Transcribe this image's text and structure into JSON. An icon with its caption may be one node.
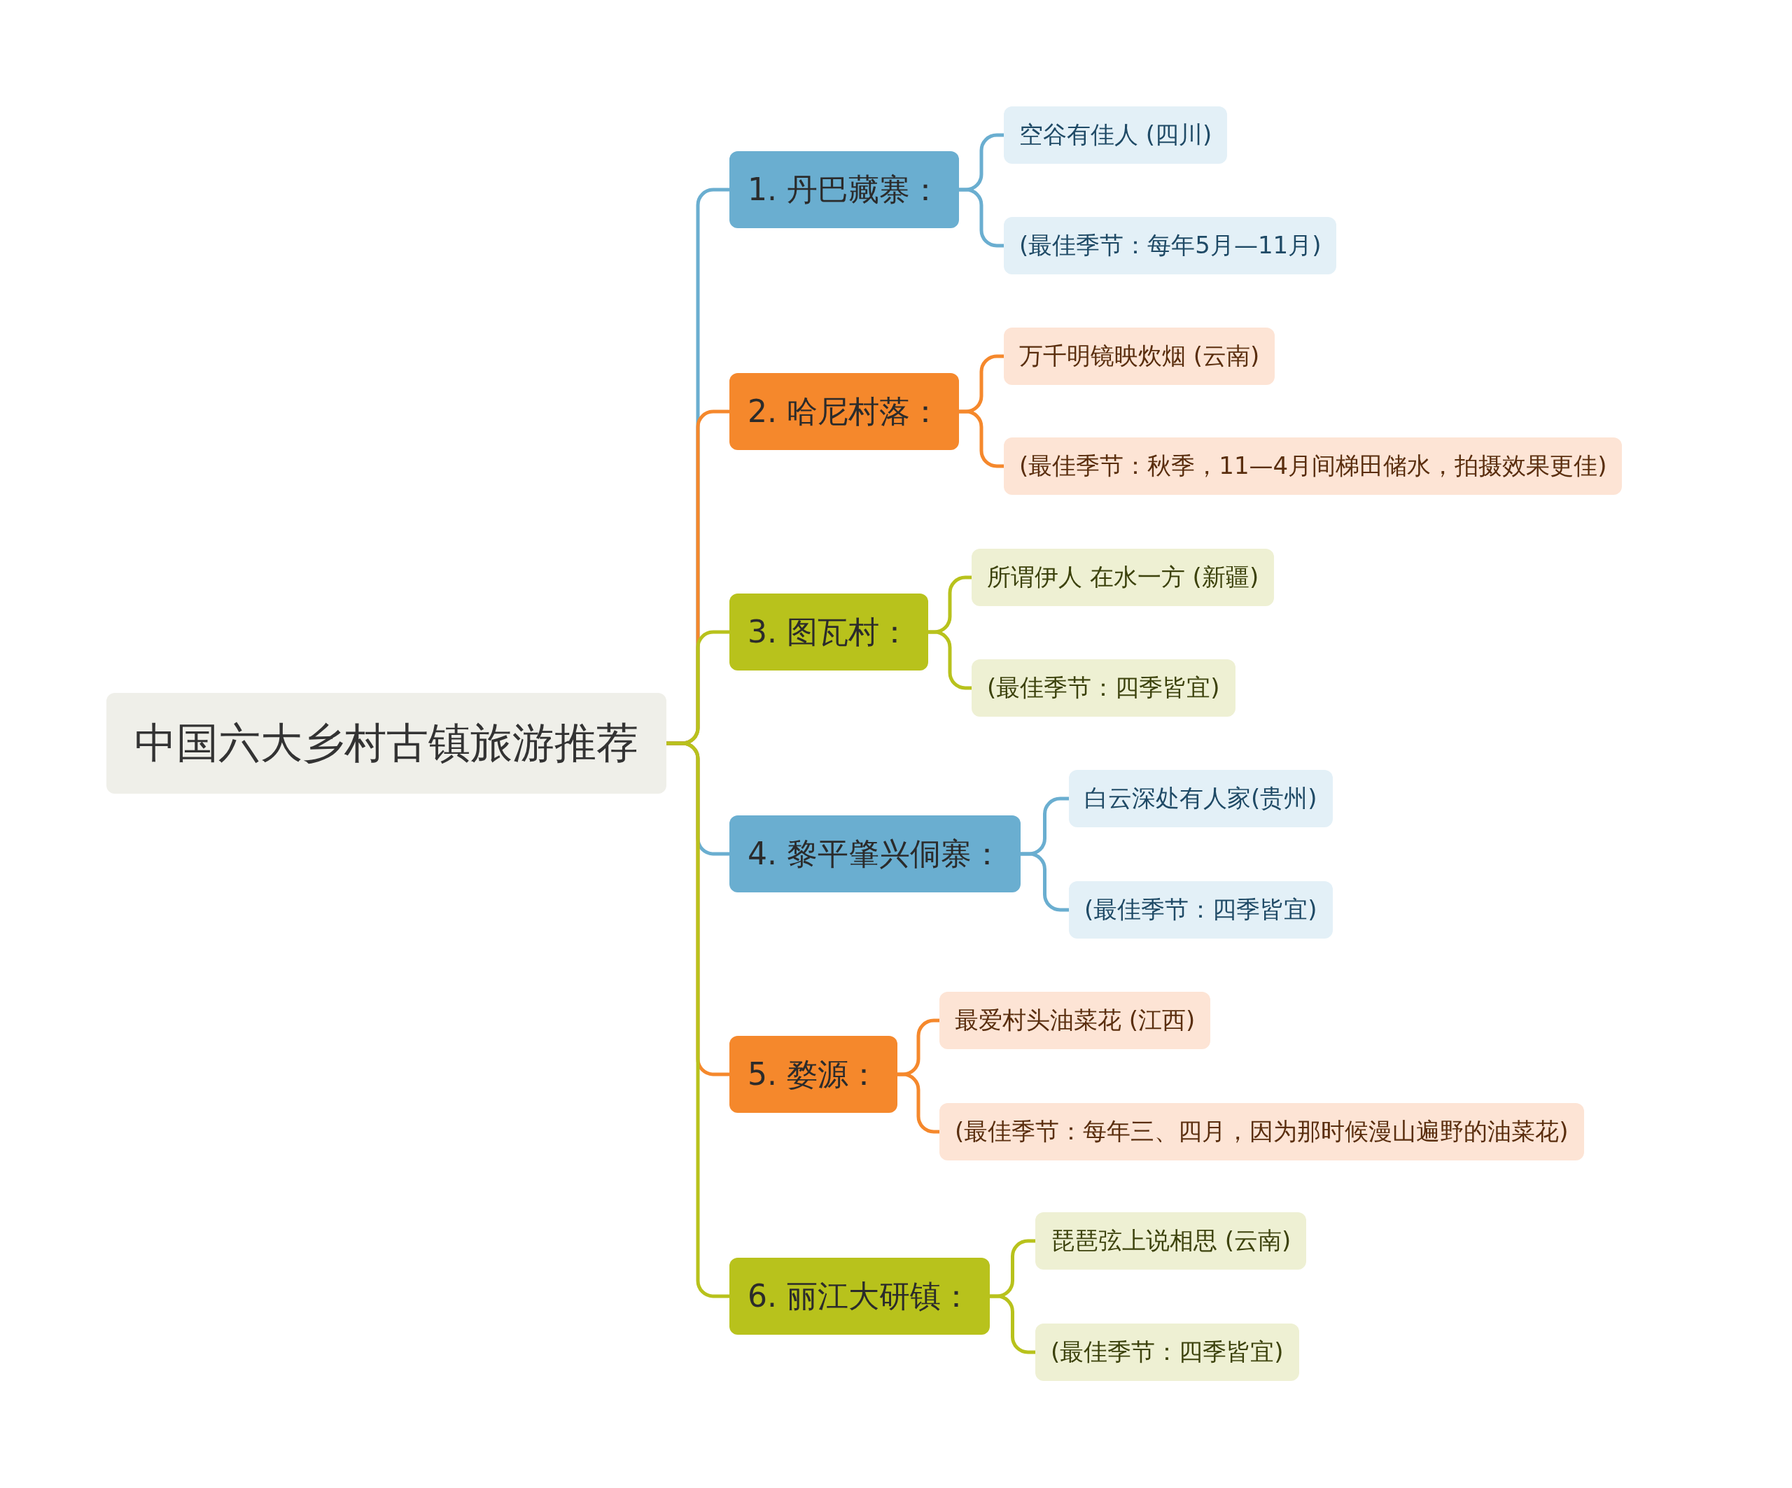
{
  "diagram": {
    "nodes": [
      {
        "text": [
          "中国六大乡村古镇旅游推荐"
        ]
      },
      {
        "text": [
          "1. 丹巴藏寨："
        ]
      },
      {
        "text": [
          "空谷有佳人 (四川)"
        ]
      },
      {
        "text": [
          "(最佳季节：每年5月—11月)"
        ]
      },
      {
        "text": [
          "2. 哈尼村落："
        ]
      },
      {
        "text": [
          "万千明镜映炊烟 (云南)"
        ]
      },
      {
        "text": [
          "(最佳季节：秋季，11—4月间梯田储水，拍摄效果更佳)"
        ]
      },
      {
        "text": [
          "3. 图瓦村："
        ]
      },
      {
        "text": [
          "所谓伊人 在水一方 (新疆)"
        ]
      },
      {
        "text": [
          "(最佳季节：四季皆宜)"
        ]
      },
      {
        "text": [
          "4. 黎平肇兴侗寨："
        ]
      },
      {
        "text": [
          "白云深处有人家(贵州)"
        ]
      },
      {
        "text": [
          "(最佳季节：四季皆宜)"
        ]
      },
      {
        "text": [
          "5. 婺源："
        ]
      },
      {
        "text": [
          "最爱村头油菜花 (江西)"
        ]
      },
      {
        "text": [
          "(最佳季节：每年三、四月，因为那时候漫山遍野的油菜花)"
        ]
      },
      {
        "text": [
          "6. 丽江大研镇："
        ]
      },
      {
        "text": [
          "琵琶弦上说相思 (云南)"
        ]
      },
      {
        "text": [
          "(最佳季节：四季皆宜)"
        ]
      }
    ],
    "edges": [
      {
        "from": 0,
        "to": 1,
        "arrow": "none",
        "color": "#6aaed0"
      },
      {
        "from": 1,
        "to": 2,
        "arrow": "none",
        "color": "#6aaed0"
      },
      {
        "from": 1,
        "to": 3,
        "arrow": "none",
        "color": "#6aaed0"
      },
      {
        "from": 0,
        "to": 4,
        "arrow": "none",
        "color": "#f5882c"
      },
      {
        "from": 4,
        "to": 5,
        "arrow": "none",
        "color": "#f5882c"
      },
      {
        "from": 4,
        "to": 6,
        "arrow": "none",
        "color": "#f5882c"
      },
      {
        "from": 0,
        "to": 7,
        "arrow": "none",
        "color": "#b8c21c"
      },
      {
        "from": 7,
        "to": 8,
        "arrow": "none",
        "color": "#b8c21c"
      },
      {
        "from": 7,
        "to": 9,
        "arrow": "none",
        "color": "#b8c21c"
      },
      {
        "from": 0,
        "to": 10,
        "arrow": "none",
        "color": "#6aaed0"
      },
      {
        "from": 10,
        "to": 11,
        "arrow": "none",
        "color": "#6aaed0"
      },
      {
        "from": 10,
        "to": 12,
        "arrow": "none",
        "color": "#6aaed0"
      },
      {
        "from": 0,
        "to": 13,
        "arrow": "none",
        "color": "#f5882c"
      },
      {
        "from": 13,
        "to": 14,
        "arrow": "none",
        "color": "#f5882c"
      },
      {
        "from": 13,
        "to": 15,
        "arrow": "none",
        "color": "#f5882c"
      },
      {
        "from": 0,
        "to": 16,
        "arrow": "none",
        "color": "#b8c21c"
      },
      {
        "from": 16,
        "to": 17,
        "arrow": "none",
        "color": "#b8c21c"
      },
      {
        "from": 16,
        "to": 18,
        "arrow": "none",
        "color": "#b8c21c"
      }
    ]
  }
}
